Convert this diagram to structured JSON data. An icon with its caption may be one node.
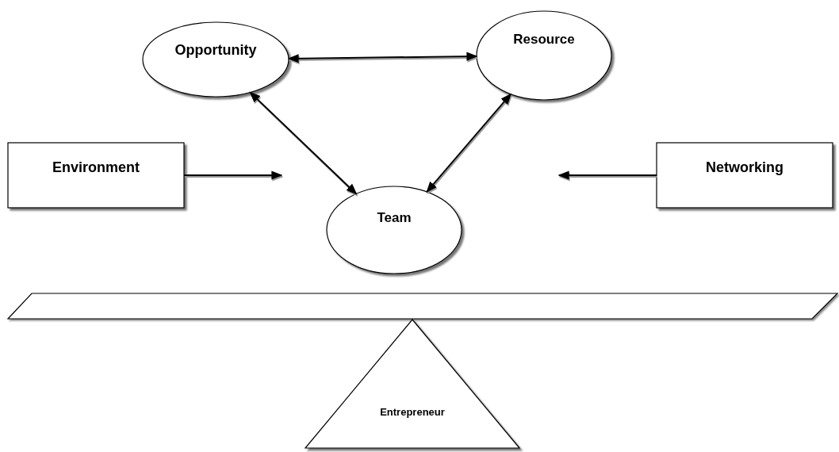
{
  "diagram": {
    "nodes": [
      {
        "text": [
          "Opportunity"
        ]
      },
      {
        "text": [
          "Resource"
        ]
      },
      {
        "text": [
          "Environment"
        ]
      },
      {
        "text": [
          "Team"
        ]
      },
      {
        "text": [
          "Networking"
        ]
      },
      {
        "text": [
          "Entrepreneur"
        ]
      }
    ],
    "edges": [
      {
        "from": 0,
        "to": 1,
        "arrow": "both"
      },
      {
        "from": 0,
        "to": 3,
        "arrow": "both"
      },
      {
        "from": 1,
        "to": 3,
        "arrow": "both"
      },
      {
        "from": 2,
        "to": null,
        "arrow": "to"
      },
      {
        "from": 4,
        "to": null,
        "arrow": "to"
      }
    ]
  }
}
